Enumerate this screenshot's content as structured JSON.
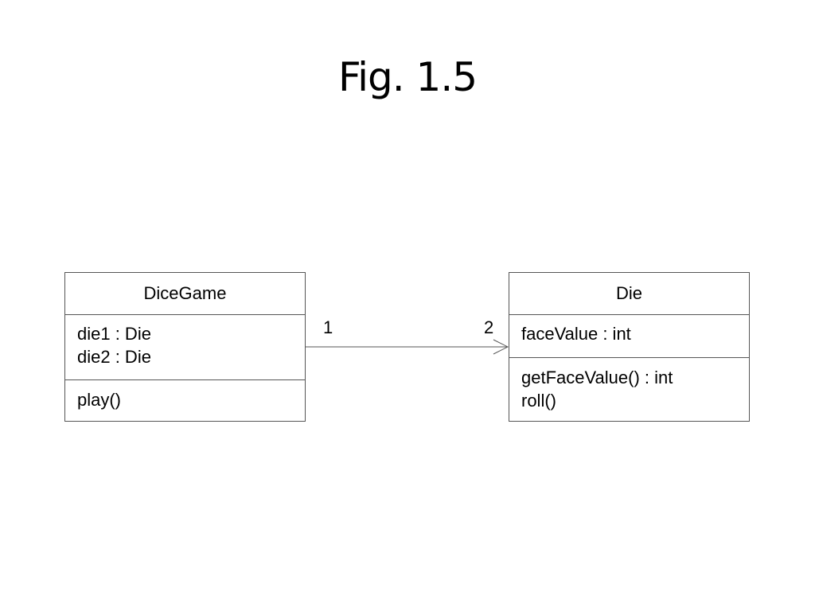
{
  "slide": {
    "title": "Fig. 1.5"
  },
  "classes": {
    "dicegame": {
      "name": "DiceGame",
      "attributes": [
        "die1 : Die",
        "die2 : Die"
      ],
      "operations": [
        "play()"
      ]
    },
    "die": {
      "name": "Die",
      "attributes": [
        "faceValue : int"
      ],
      "operations": [
        "getFaceValue() : int",
        "roll()"
      ]
    }
  },
  "association": {
    "source_multiplicity": "1",
    "target_multiplicity": "2"
  }
}
